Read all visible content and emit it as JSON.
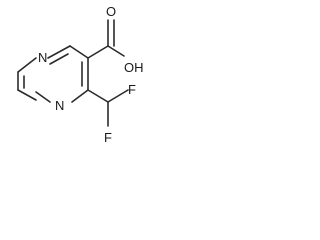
{
  "molecule": {
    "atoms": {
      "n1": "N",
      "n4": "N",
      "oh": "OH",
      "o_carbonyl": "O",
      "f_top": "F",
      "f_bottom": "F"
    }
  }
}
